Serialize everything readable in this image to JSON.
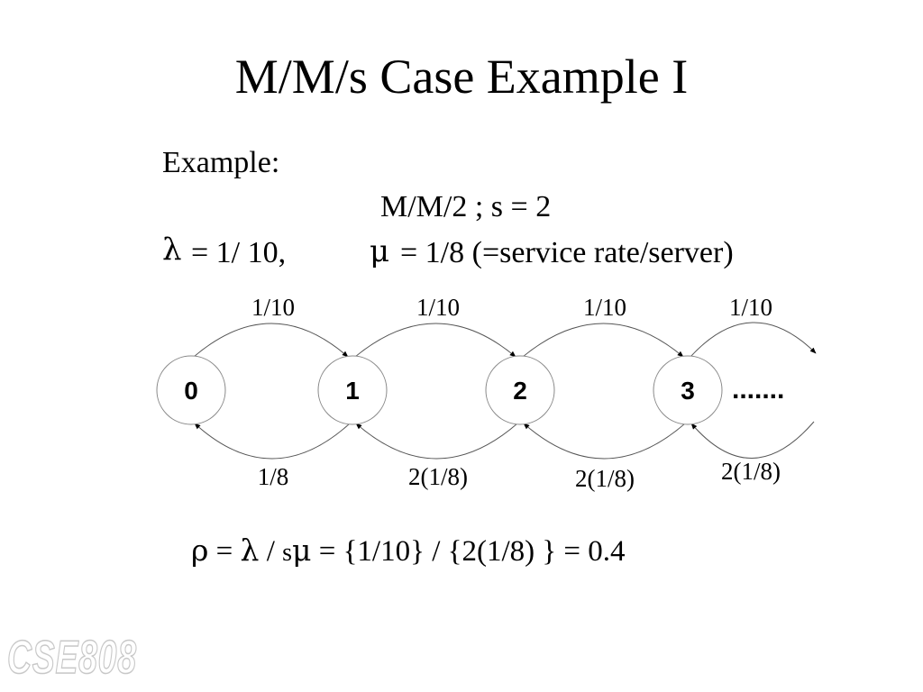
{
  "slide": {
    "title": "M/M/s Case Example I",
    "intro": "Example:",
    "model_line": "M/M/2 ;  s = 2",
    "lambda_symbol": "λ",
    "lambda_text": "= 1/ 10,",
    "mu_symbol": "μ",
    "mu_text": "= 1/8 (=service rate/server)",
    "rho_formula": {
      "rho": "ρ",
      "eq1": "=",
      "lambda": "λ",
      "slash": "/",
      "s": "s",
      "mu": "μ",
      "rest": "= {1/10} / {2(1/8) } = 0.4"
    },
    "watermark": "CSE808"
  },
  "diagram": {
    "states": [
      "0",
      "1",
      "2",
      "3"
    ],
    "continuation": ".......",
    "arrival_rates": [
      "1/10",
      "1/10",
      "1/10",
      "1/10"
    ],
    "service_rates": [
      "1/8",
      "2(1/8)",
      "2(1/8)",
      "2(1/8)"
    ]
  }
}
